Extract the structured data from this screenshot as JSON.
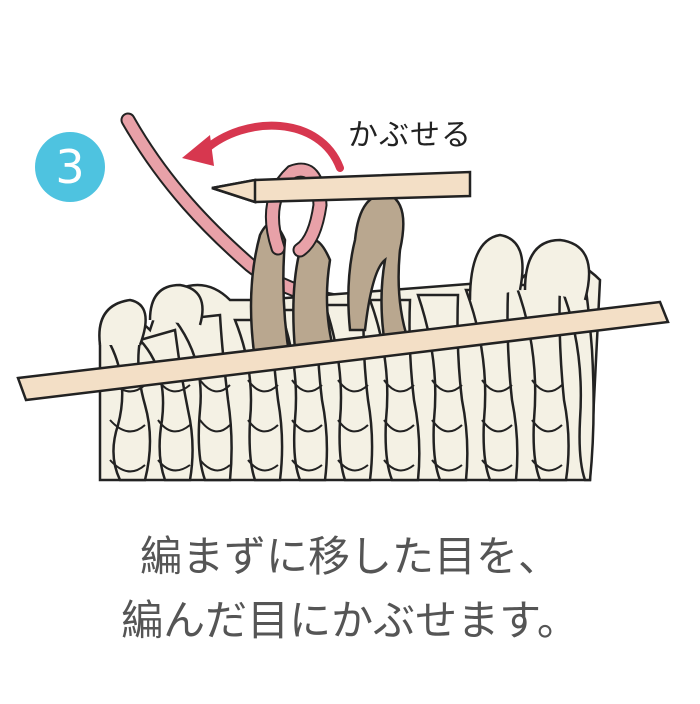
{
  "step_number": "3",
  "arrow_label": "かぶせる",
  "caption_lines": [
    "編まずに移した目を、",
    "編んだ目にかぶせます。"
  ],
  "colors": {
    "badge": "#4ec3e0",
    "yarn_cream": "#f4f1e4",
    "yarn_taupe": "#b9a78f",
    "yarn_pink": "#e8a1a8",
    "arrow": "#d7374f",
    "needle": "#f3dfc6",
    "outline": "#222222"
  }
}
